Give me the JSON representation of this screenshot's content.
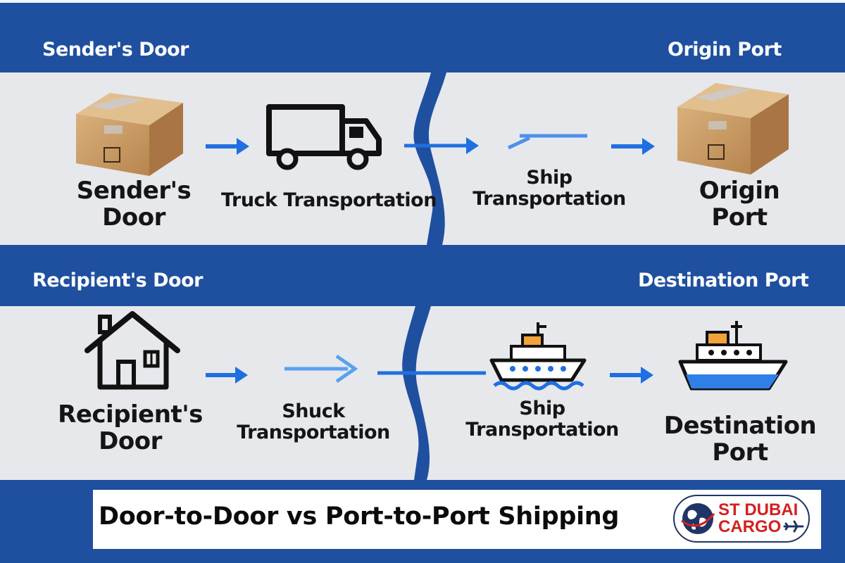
{
  "top_panel": {
    "left_header": "Sender's Door",
    "right_header": "Origin Port",
    "box_left_label": "Sender's\nDoor",
    "truck_label": "Truck Transportation",
    "ship_label": "Ship\nTransportation",
    "box_right_label": "Origin\nPort"
  },
  "bottom_panel": {
    "left_header": "Recipient's Door",
    "right_header": "Destination Port",
    "house_label": "Recipient's\nDoor",
    "truck_label": "Shuck\nTransportation",
    "ship_label": "Ship\nTransportation",
    "dest_label": "Destination\nPort"
  },
  "footer": {
    "title": "Door-to-Door vs Port-to-Port Shipping",
    "logo_line1": "ST DUBAI",
    "logo_line2": "CARGO"
  },
  "icons": [
    "box-icon",
    "truck-icon",
    "arrow-icon",
    "house-icon",
    "ship-icon",
    "globe-icon",
    "airplane-icon"
  ],
  "colors": {
    "background_blue": "#1f4f9f",
    "panel_gray": "#e6e8ec",
    "arrow_blue": "#1f6fe0",
    "logo_red": "#d42020",
    "logo_navy": "#1f3566"
  }
}
